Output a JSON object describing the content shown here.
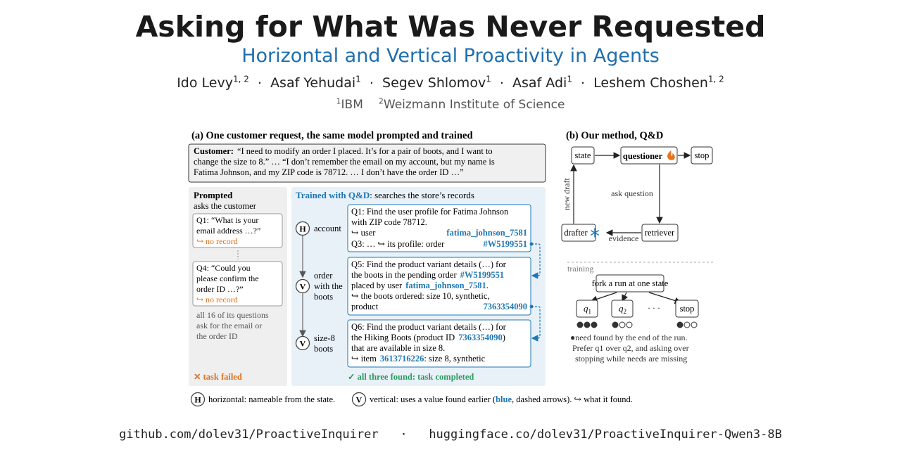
{
  "poster": {
    "title": "Asking for What Was Never Requested",
    "subtitle": "Horizontal and Vertical Proactivity in Agents",
    "authors": [
      {
        "name": "Ido Levy",
        "aff": "1, 2"
      },
      {
        "name": "Asaf Yehudai",
        "aff": "1"
      },
      {
        "name": "Segev Shlomov",
        "aff": "1"
      },
      {
        "name": "Asaf Adi",
        "aff": "1"
      },
      {
        "name": "Leshem Choshen",
        "aff": "1, 2"
      }
    ],
    "author_sep": "·",
    "affiliations": [
      {
        "num": "1",
        "name": "IBM"
      },
      {
        "num": "2",
        "name": "Weizmann Institute of Science"
      }
    ],
    "links": {
      "github": "github.com/dolev31/ProactiveInquirer",
      "sep": "·",
      "hf": "huggingface.co/dolev31/ProactiveInquirer-Qwen3-8B"
    }
  },
  "figure": {
    "panel_a": {
      "title": "(a) One customer request, the same model prompted and trained",
      "customer_label": "Customer:",
      "customer_lines": [
        "“I need to modify an order I placed.  It’s for a pair of boots, and I want to",
        "change the size to 8.”  …  “I don’t remember the email on my account, but my name is",
        "Fatima Johnson, and my ZIP code is 78712.  …  I don’t have the order ID …”"
      ],
      "prompted": {
        "title": "Prompted",
        "subtitle": "asks the customer",
        "q1_lines": [
          "Q1:  “What is your",
          "email address …?”"
        ],
        "q1_result": "↪ no record",
        "q4_lines": [
          "Q4:  “Could you",
          "please confirm the",
          "order ID …?”"
        ],
        "q4_result": "↪ no record",
        "note_lines": [
          "all 16 of its questions",
          "ask for the email or",
          "the order ID"
        ],
        "failed": "✕  task failed"
      },
      "trained": {
        "title_bold": "Trained with Q&D",
        "title_rest": ": searches the store’s records",
        "steps": [
          {
            "badge": "H",
            "label_lines": [
              "account"
            ]
          },
          {
            "badge": "V",
            "label_lines": [
              "order",
              "with the",
              "boots"
            ]
          },
          {
            "badge": "V",
            "label_lines": [
              "size-8",
              "boots"
            ]
          }
        ],
        "box1": {
          "lines": [
            "Q1:  Find the user profile for Fatima Johnson",
            "with ZIP code 78712."
          ],
          "result_label": "↪ user",
          "result_value": "fatima_johnson_7581",
          "q3_text": "Q3:  …  ↪ its profile:  order",
          "q3_value": "#W5199551"
        },
        "box2": {
          "line1": "Q5:  Find the product variant details (…)  for",
          "line2_text": "the boots in the pending order",
          "line2_value": "#W5199551",
          "line3_text": "placed by user",
          "line3_value": "fatima_johnson_7581",
          "line4": "↪ the boots ordered:  size 10, synthetic,",
          "line5_text": "product",
          "line5_value": "7363354090"
        },
        "box3": {
          "line1": "Q6:  Find the product variant details (…)  for",
          "line2_text": "the Hiking Boots (product ID",
          "line2_value": "7363354090",
          "line3": "that are available in size 8.",
          "line4_text": "↪ item",
          "line4_value": "3613716226",
          "line4_rest": ":  size 8, synthetic"
        },
        "success": "✓  all three found: task completed"
      }
    },
    "panel_b": {
      "title": "(b) Our method, Q&D",
      "nodes": {
        "state": "state",
        "questioner": "questioner",
        "stop": "stop",
        "drafter": "drafter",
        "retriever": "retriever"
      },
      "edge_labels": {
        "ask": "ask question",
        "new_draft": "new draft",
        "evidence": "evidence"
      },
      "training_label": "training",
      "fork": "fork a run at one state",
      "candidates": [
        {
          "label": "q",
          "sub": "1",
          "need_found": 3
        },
        {
          "label": "q",
          "sub": "2",
          "need_found": 1
        },
        {
          "label": "stop",
          "sub": "",
          "need_found": 1
        }
      ],
      "ellipsis": "·  ·  ·",
      "caption_lines": [
        "●need found by the end of the run.",
        "Prefer q1 over q2, and asking over",
        "stopping while needs are missing"
      ]
    },
    "legend": {
      "h_badge": "H",
      "h_text": "horizontal:  nameable from the state.",
      "v_badge": "V",
      "v_text_1": "vertical:  uses a value found earlier (",
      "v_blue": "blue",
      "v_text_2": ", dashed arrows).  ↪ what it found."
    }
  },
  "colors": {
    "title_blue": "#1f6fae",
    "accent_blue": "#1f77b4",
    "fail_orange": "#e0701c",
    "success_green": "#2a9d5c",
    "panel_grey": "#efefef",
    "panel_blue": "#e8f1f8"
  }
}
